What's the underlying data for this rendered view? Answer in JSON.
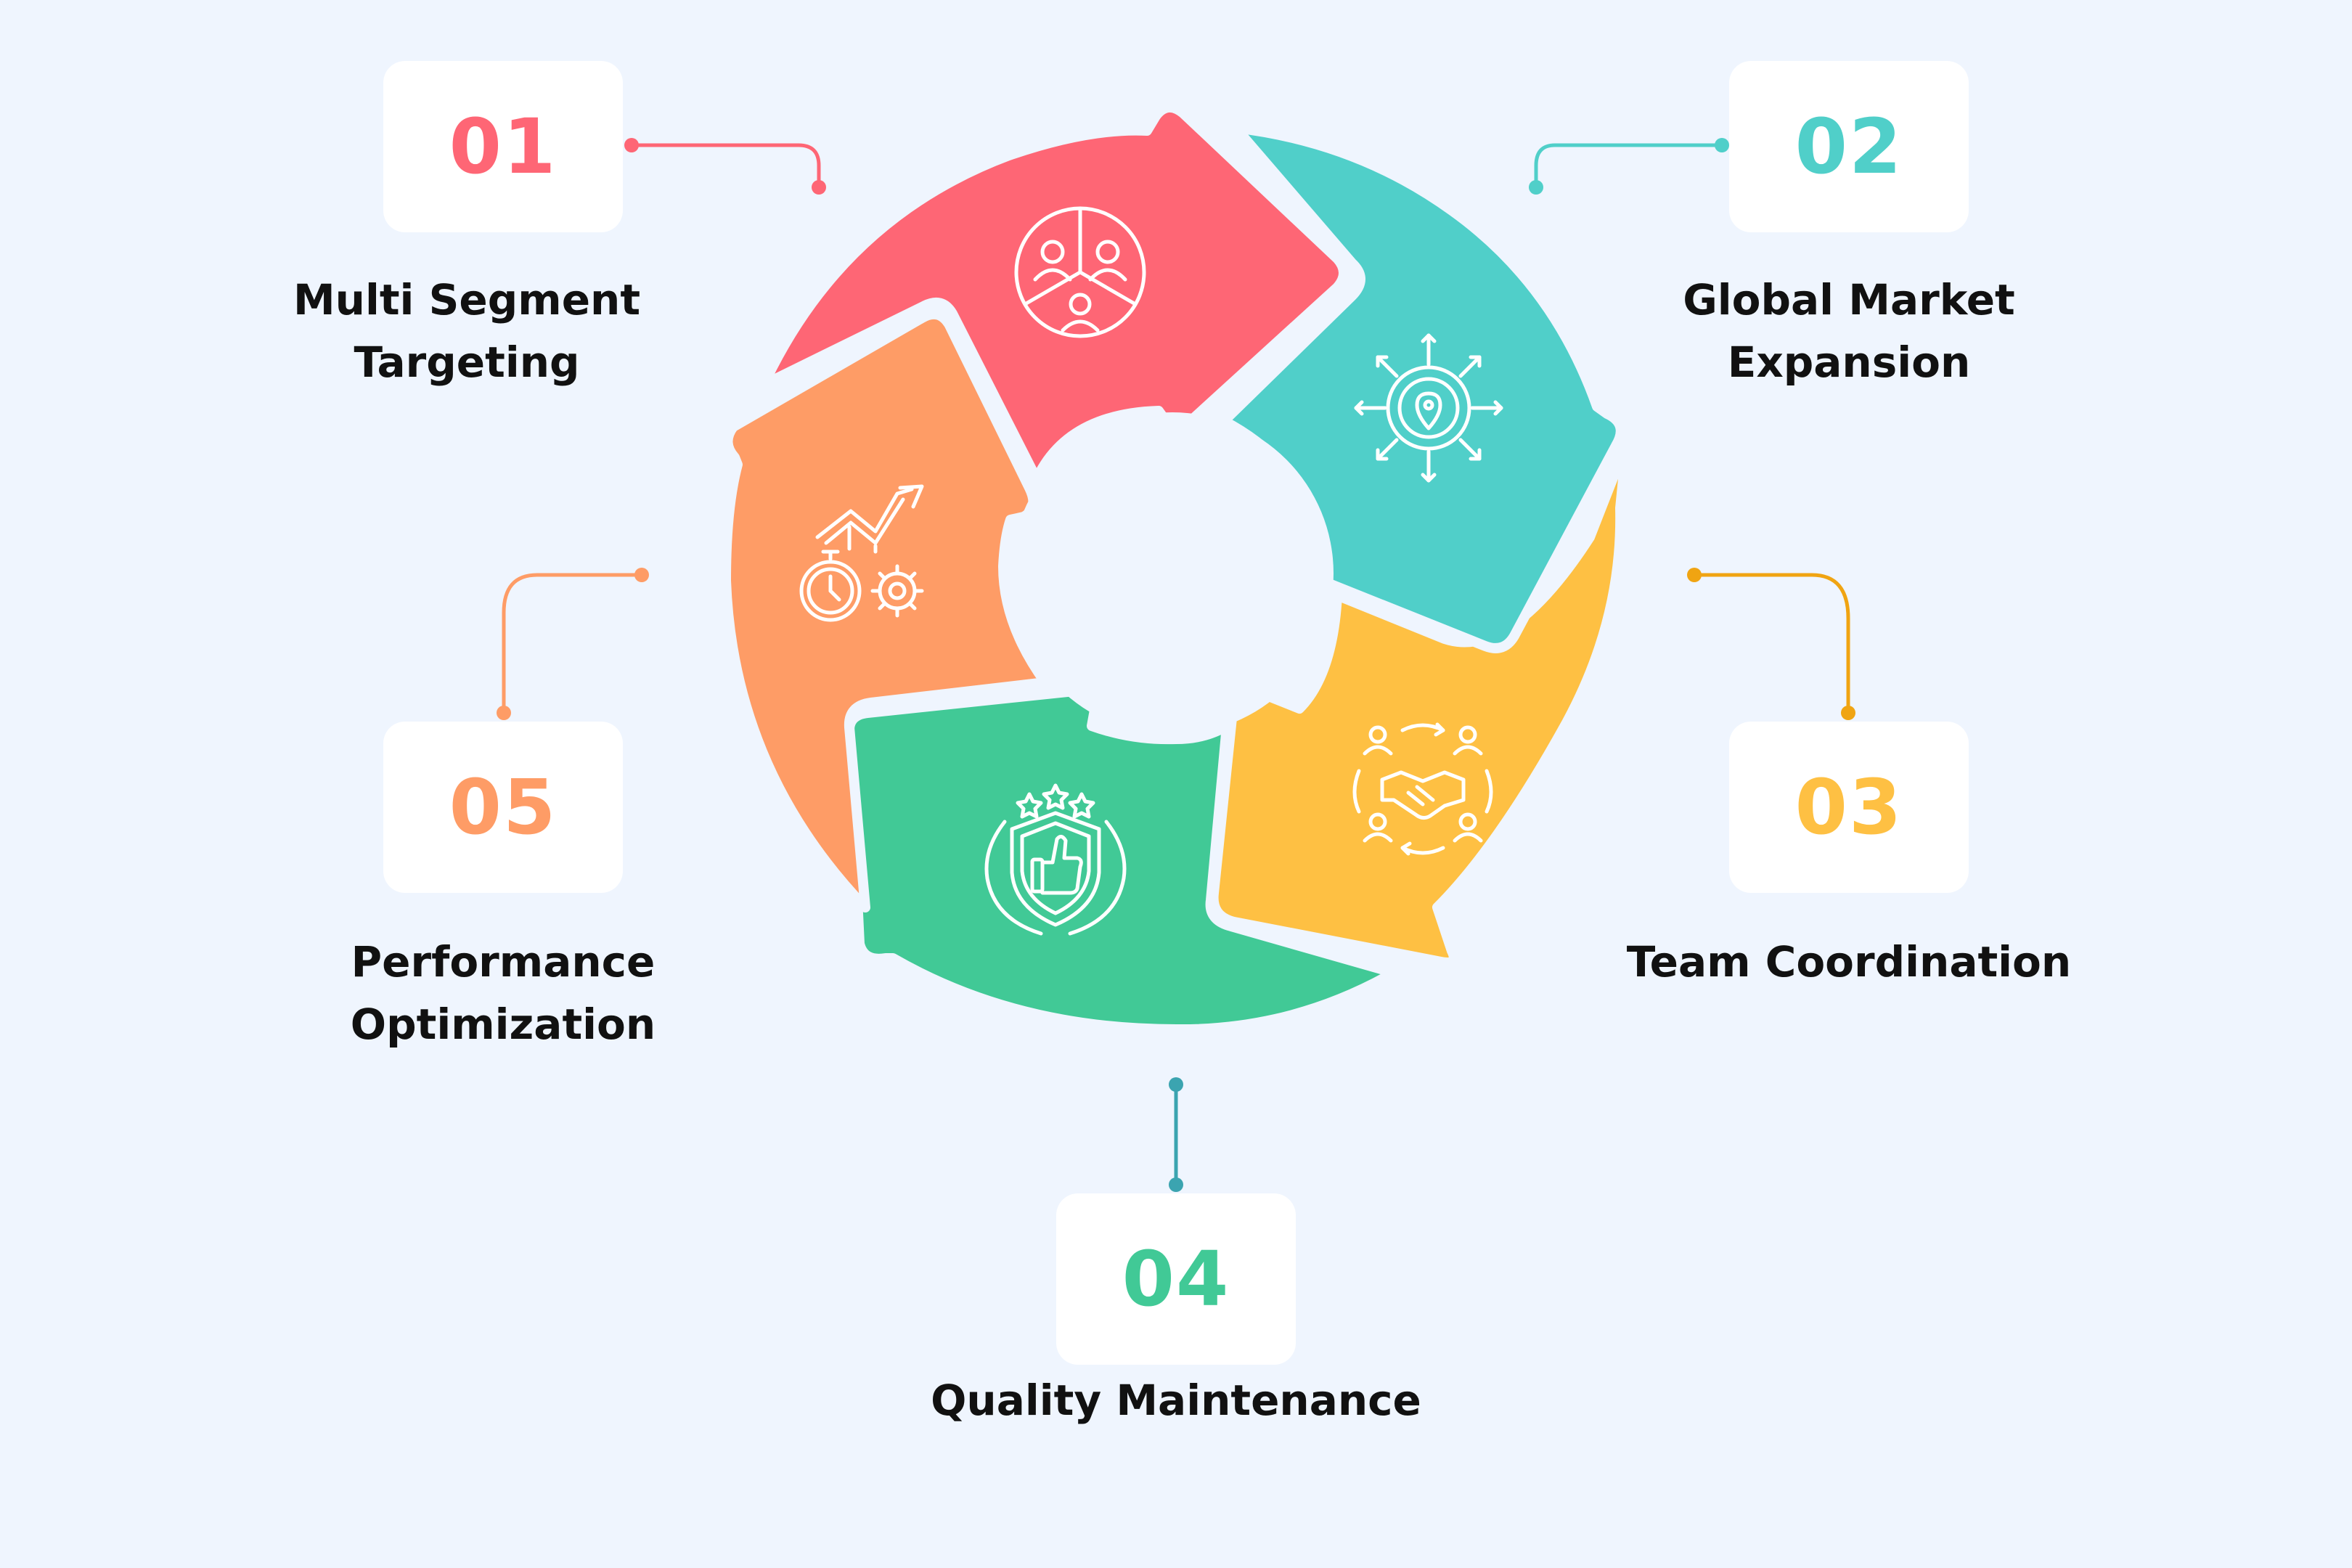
{
  "steps": [
    {
      "number": "01",
      "title_line1": "Multi Segment",
      "title_line2": "Targeting",
      "color": "#fe6675",
      "icon": "people-segments-icon"
    },
    {
      "number": "02",
      "title_line1": "Global Market",
      "title_line2": "Expansion",
      "color": "#50cfc9",
      "icon": "globe-location-arrows-icon"
    },
    {
      "number": "03",
      "title_line1": "Team Coordination",
      "title_line2": "",
      "color": "#fec043",
      "icon": "handshake-team-icon"
    },
    {
      "number": "04",
      "title_line1": "Quality Maintenance",
      "title_line2": "",
      "color": "#41c996",
      "icon": "thumbs-up-shield-icon"
    },
    {
      "number": "05",
      "title_line1": "Performance",
      "title_line2": "Optimization",
      "color": "#fe9c66",
      "icon": "growth-gears-stopwatch-icon"
    }
  ]
}
